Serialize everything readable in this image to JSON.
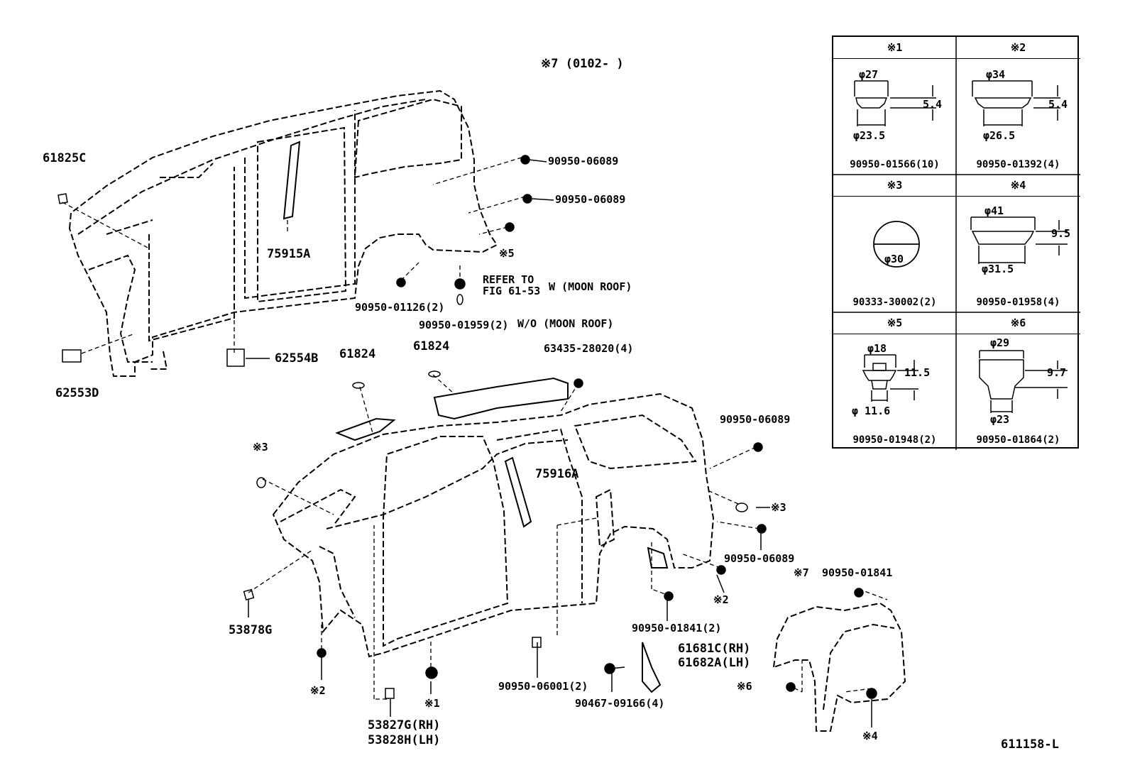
{
  "header": {
    "note": "※7 (0102-    )"
  },
  "figure_id": "611158-L",
  "labels": {
    "p61825C": "61825C",
    "p75915A": "75915A",
    "p62553D": "62553D",
    "p62554B": "62554B",
    "p90950_06089_a": "90950-06089",
    "p90950_06089_b": "90950-06089",
    "ref5_top": "※5",
    "refer_to": "REFER TO",
    "fig_ref": "FIG 61-53",
    "w_moon_roof": "W (MOON  ROOF)",
    "p90950_01126": "90950-01126(2)",
    "p90950_01959": "90950-01959(2)",
    "wo_moon_roof": "W/O (MOON  ROOF)",
    "p61824_a": "61824",
    "p61824_b": "61824",
    "p63435_28020": "63435-28020(4)",
    "p90950_06089_c": "90950-06089",
    "ref3_left": "※3",
    "p75916A": "75916A",
    "ref3_right": "※3",
    "p90950_06089_d": "90950-06089",
    "ref7": "※7",
    "p90950_01841_a": "90950-01841",
    "ref2_right": "※2",
    "p90950_01841_b": "90950-01841(2)",
    "p53878G": "53878G",
    "ref2_left": "※2",
    "ref1": "※1",
    "p53827G": "53827G(RH)",
    "p53828H": "53828H(LH)",
    "p90950_06001": "90950-06001(2)",
    "p61681C": "61681C(RH)",
    "p61682A": "61682A(LH)",
    "p90467_09166": "90467-09166(4)",
    "ref6": "※6",
    "ref4": "※4"
  },
  "table": {
    "cells": [
      {
        "head": "※1",
        "part": "90950-01566(10)",
        "d1": "φ27",
        "d2": "φ23.5",
        "h": "5.4"
      },
      {
        "head": "※2",
        "part": "90950-01392(4)",
        "d1": "φ34",
        "d2": "φ26.5",
        "h": "5.4"
      },
      {
        "head": "※3",
        "part": "90333-30002(2)",
        "d1": "φ30"
      },
      {
        "head": "※4",
        "part": "90950-01958(4)",
        "d1": "φ41",
        "d2": "φ31.5",
        "h": "9.5"
      },
      {
        "head": "※5",
        "part": "90950-01948(2)",
        "d1": "φ18",
        "d2": "φ 11.6",
        "h": "11.5"
      },
      {
        "head": "※6",
        "part": "90950-01864(2)",
        "d1": "φ29",
        "d2": "φ23",
        "h": "9.7"
      }
    ]
  }
}
